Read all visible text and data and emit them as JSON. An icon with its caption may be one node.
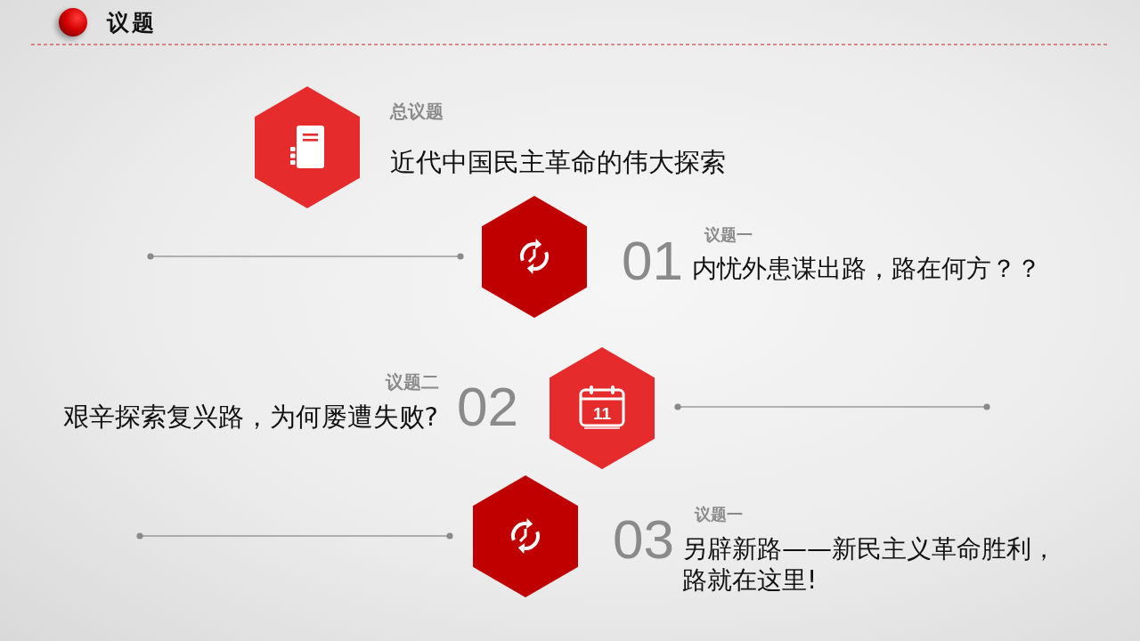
{
  "diagram": {
    "title": "议题",
    "nodes": [
      {
        "text": [],
        "shape": "hexagon",
        "beside": [
          "总议题",
          "近代中国民主革命的伟大探索"
        ]
      },
      {
        "text": [],
        "shape": "hexagon",
        "beside": [
          "01",
          "议题一",
          "内忧外患谋出路，路在何方？？"
        ]
      },
      {
        "text": [],
        "shape": "hexagon",
        "beside": [
          "议题二",
          "02",
          "艰辛探索复兴路，为何屡遭失败?"
        ]
      },
      {
        "text": [],
        "shape": "hexagon",
        "beside": [
          "03",
          "议题一",
          "另辟新路——新民主义革命胜利，路就在这里!"
        ]
      }
    ],
    "labels": [
      "11"
    ]
  }
}
